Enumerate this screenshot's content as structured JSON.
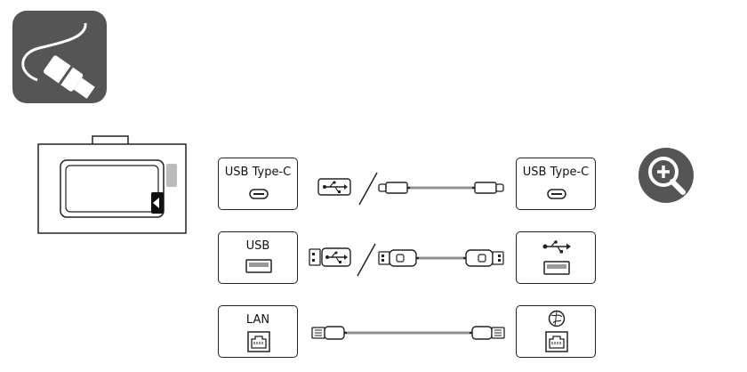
{
  "rows": [
    {
      "left_label": "USB Type-C",
      "right_label": "USB Type-C"
    },
    {
      "left_label": "USB",
      "right_label": ""
    },
    {
      "left_label": "LAN",
      "right_label": ""
    }
  ],
  "icons": {
    "cable_badge": "cable-plug-icon",
    "zoom": "zoom-in-icon",
    "usb_symbol": "usb-icon",
    "network_symbol": "globe-icon",
    "lan_port": "ethernet-port-icon"
  },
  "colors": {
    "badge_bg": "#555555",
    "line": "#222222"
  }
}
